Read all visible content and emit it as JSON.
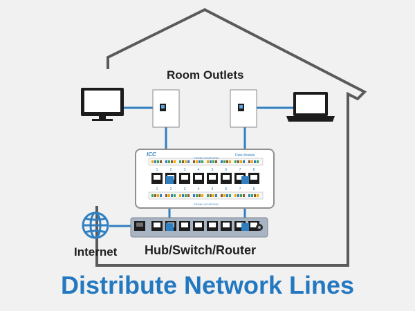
{
  "title": "Distribute Network Lines",
  "labels": {
    "room_outlets": "Room Outlets",
    "internet": "Internet",
    "hub": "Hub/Switch/Router"
  },
  "panel": {
    "logo": "ICC",
    "from_locations_top": "FROM LOCATIONS",
    "from_locations_bottom": "FROM LOCATIONS",
    "module_name": "Data Module",
    "port_numbers": [
      "1",
      "2",
      "3",
      "4",
      "5",
      "6",
      "7",
      "8"
    ]
  },
  "colors": {
    "cable": "#2f7fc1",
    "house_outline": "#5a5a5a",
    "title": "#2378c0",
    "globe": "#2f7fc1",
    "switch_body": "#a9b4c2"
  },
  "icons": [
    "monitor-icon",
    "laptop-icon",
    "globe-icon",
    "wall-outlet-icon",
    "patch-panel-icon",
    "network-switch-icon"
  ]
}
